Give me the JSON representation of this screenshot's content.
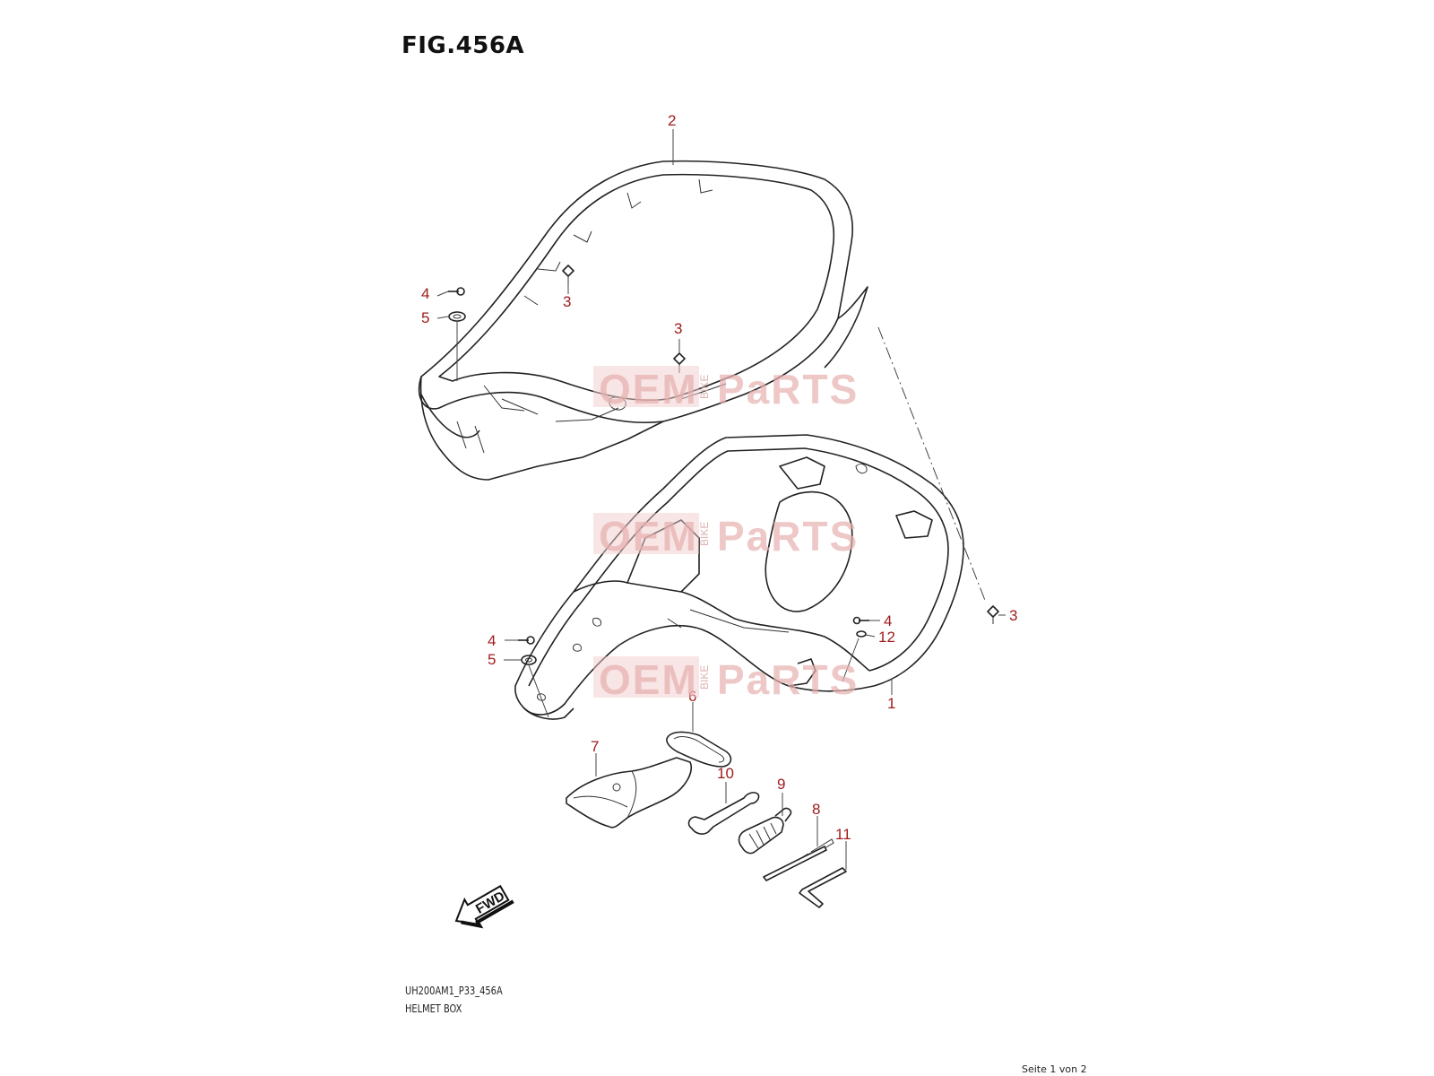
{
  "figure": {
    "title": "FIG.456A",
    "model_code": "UH200AM1_P33_456A",
    "caption": "HELMET BOX",
    "page_info": "Seite 1 von 2"
  },
  "watermark": {
    "brand_left": "OEM",
    "brand_middle": "BIKE",
    "brand_right": "PaRTS"
  },
  "direction_arrow": {
    "label": "FWD"
  },
  "callouts": [
    {
      "label": "2"
    },
    {
      "label": "3"
    },
    {
      "label": "4"
    },
    {
      "label": "5"
    },
    {
      "label": "3"
    },
    {
      "label": "3"
    },
    {
      "label": "4"
    },
    {
      "label": "12"
    },
    {
      "label": "4"
    },
    {
      "label": "5"
    },
    {
      "label": "1"
    },
    {
      "label": "6"
    },
    {
      "label": "7"
    },
    {
      "label": "10"
    },
    {
      "label": "9"
    },
    {
      "label": "8"
    },
    {
      "label": "11"
    }
  ],
  "colors": {
    "callout": "#a01c1c",
    "line_art": "#222222",
    "watermark": "#e8b0b0"
  }
}
